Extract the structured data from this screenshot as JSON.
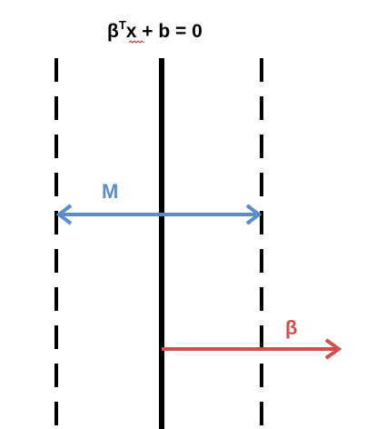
{
  "title": {
    "beta": "β",
    "superscript": "T",
    "rest": "x + b = 0"
  },
  "margin_label": "M",
  "normal_label": "β",
  "colors": {
    "line": "#000000",
    "margin_arrow": "#5b8ec6",
    "normal_arrow": "#d0504f",
    "squiggle": "#e03030"
  }
}
